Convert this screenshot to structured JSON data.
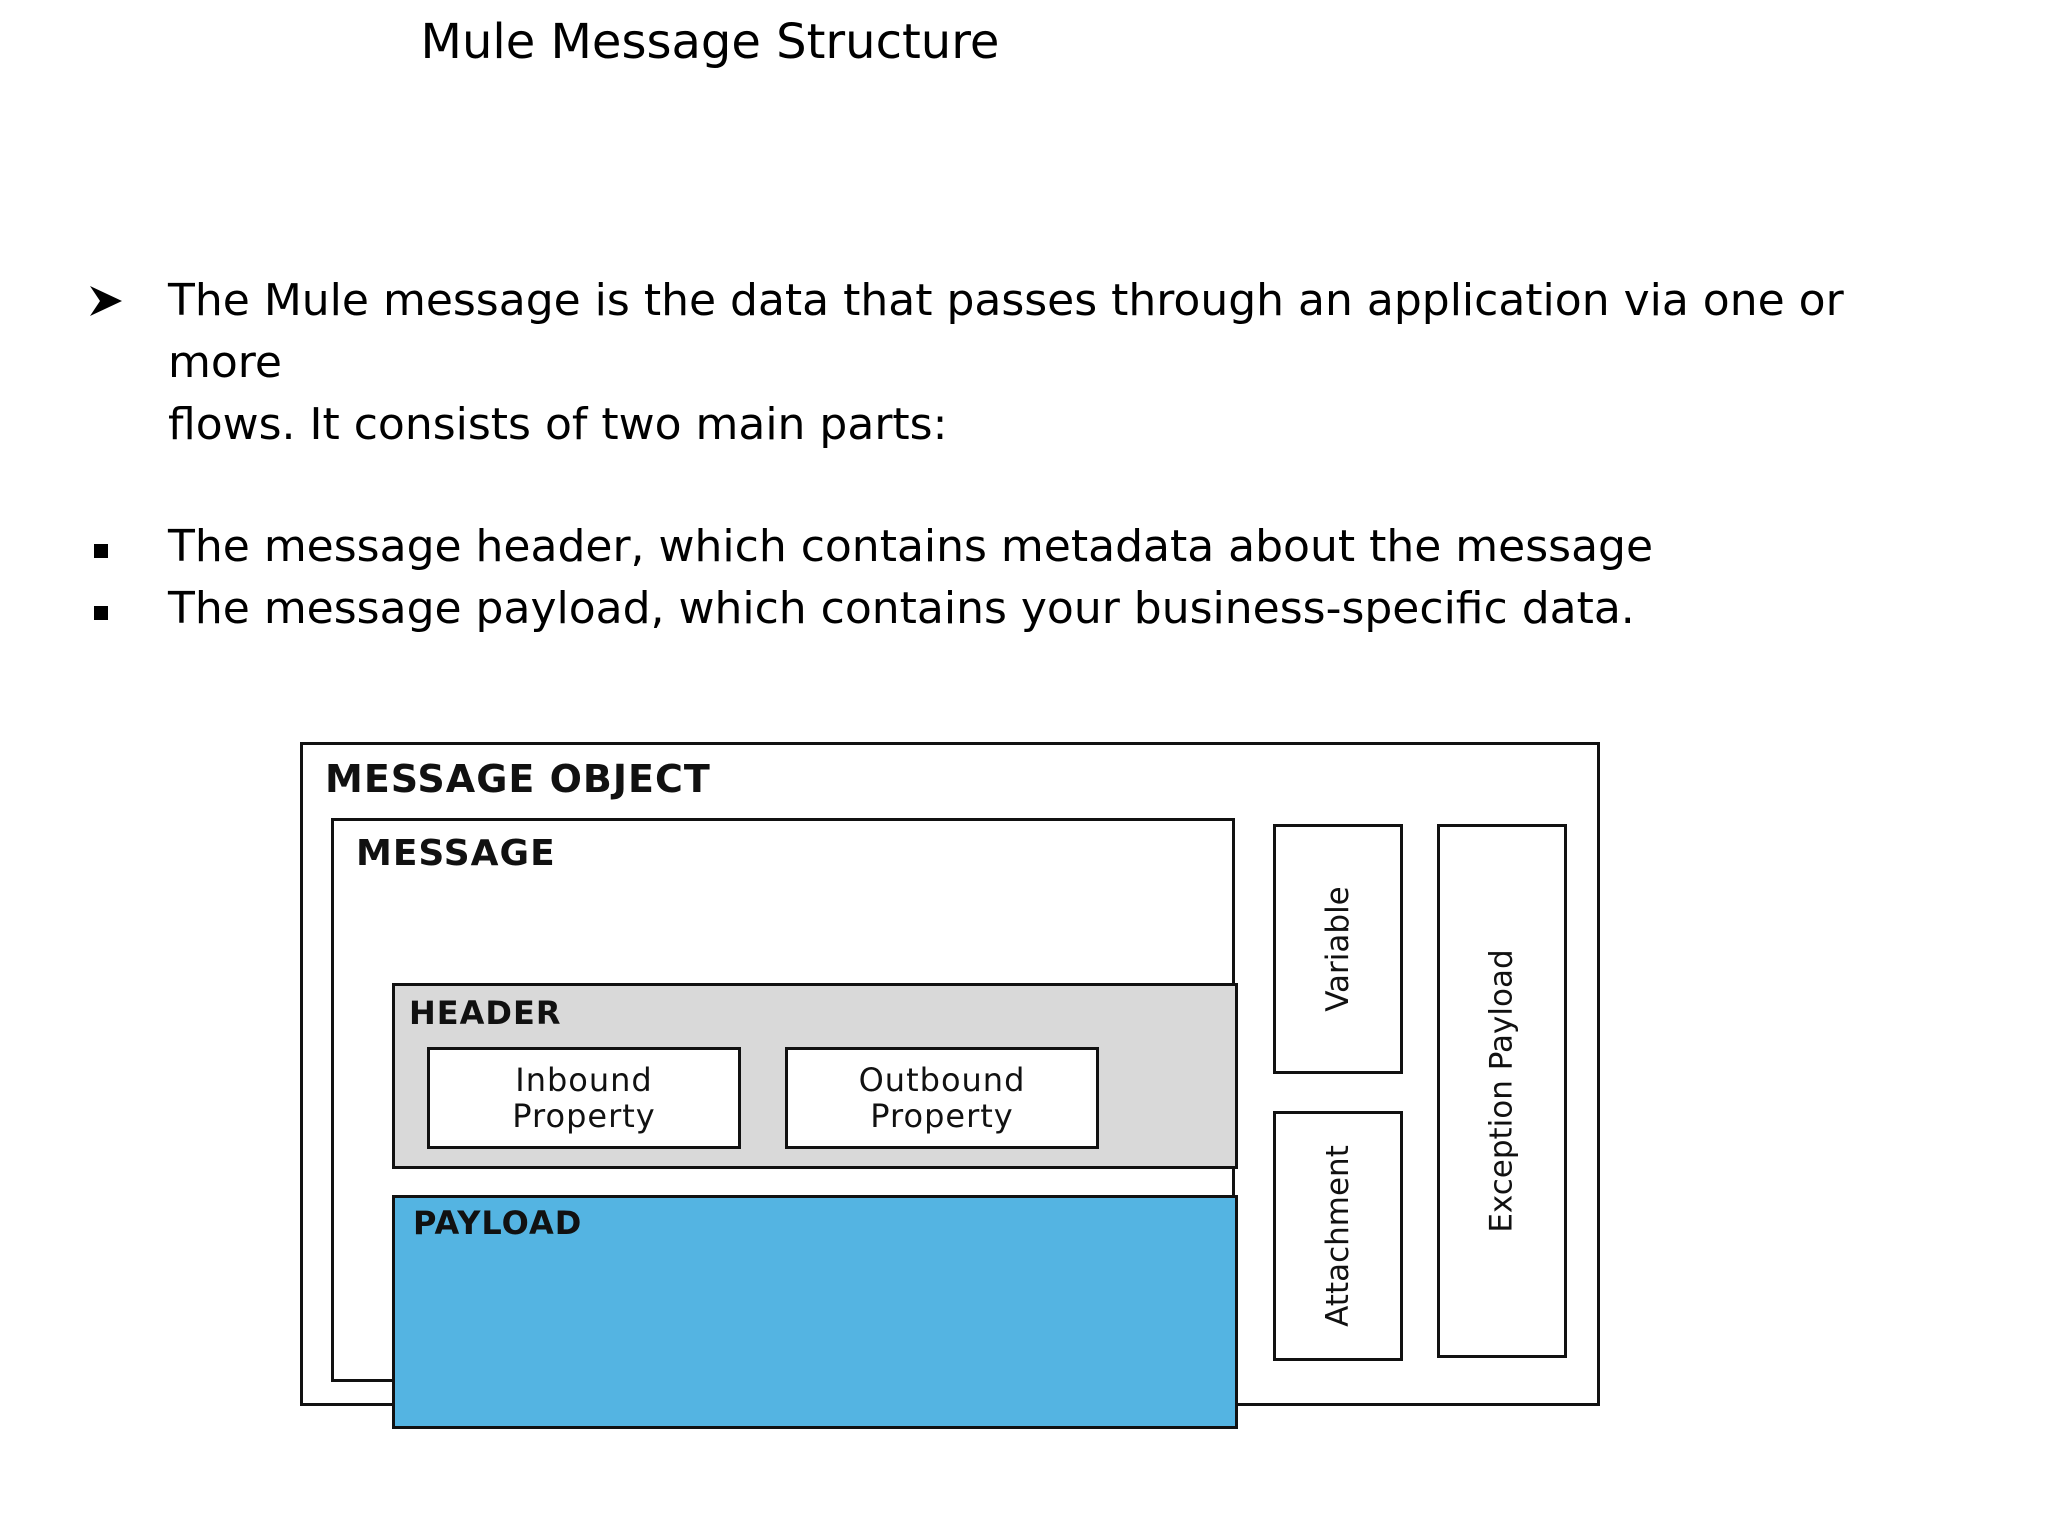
{
  "slide": {
    "title": "Mule Message Structure",
    "intro_bullet": {
      "icon": "arrow-bullet-icon",
      "text_line1": "The Mule message is the data that passes through an application via one or more",
      "text_line2": "flows. It consists of two main parts:"
    },
    "bullets": [
      {
        "icon": "square-bullet-icon",
        "text": "The message header, which contains metadata about the message"
      },
      {
        "icon": "square-bullet-icon",
        "text": "The message payload, which contains your business-specific data."
      }
    ]
  },
  "diagram": {
    "message_object_label": "MESSAGE OBJECT",
    "message_label": "MESSAGE",
    "header_label": "HEADER",
    "inbound_property_line1": "Inbound",
    "inbound_property_line2": "Property",
    "outbound_property_line1": "Outbound",
    "outbound_property_line2": "Property",
    "payload_label": "PAYLOAD",
    "variable_label": "Variable",
    "attachment_label": "Attachment",
    "exception_payload_label": "Exception Payload",
    "colors": {
      "header_fill": "#d9d9d9",
      "payload_fill": "#54b4e2",
      "border": "#111111"
    }
  }
}
